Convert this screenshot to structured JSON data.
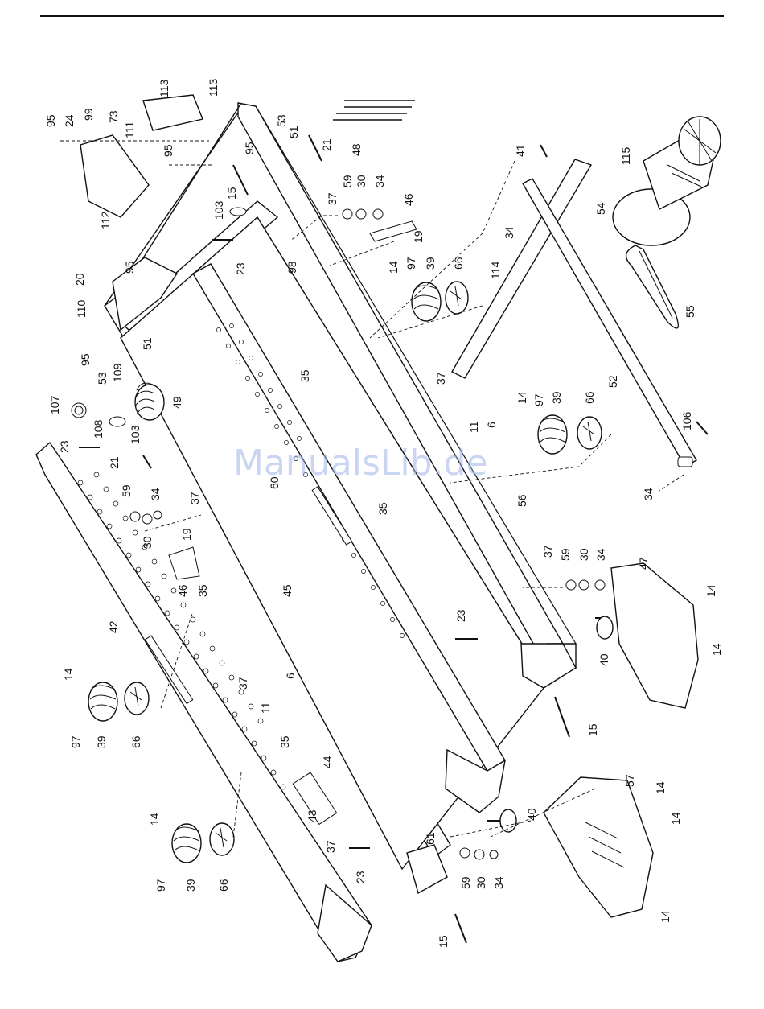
{
  "watermark": "ManualsLib.de",
  "callouts": [
    {
      "label": "113"
    },
    {
      "label": "113"
    },
    {
      "label": "111"
    },
    {
      "label": "73"
    },
    {
      "label": "99"
    },
    {
      "label": "24"
    },
    {
      "label": "95"
    },
    {
      "label": "95"
    },
    {
      "label": "112"
    },
    {
      "label": "15"
    },
    {
      "label": "103"
    },
    {
      "label": "23"
    },
    {
      "label": "95"
    },
    {
      "label": "53"
    },
    {
      "label": "51"
    },
    {
      "label": "21"
    },
    {
      "label": "48"
    },
    {
      "label": "98"
    },
    {
      "label": "37"
    },
    {
      "label": "59"
    },
    {
      "label": "30"
    },
    {
      "label": "34"
    },
    {
      "label": "46"
    },
    {
      "label": "19"
    },
    {
      "label": "14"
    },
    {
      "label": "97"
    },
    {
      "label": "39"
    },
    {
      "label": "66"
    },
    {
      "label": "20"
    },
    {
      "label": "95"
    },
    {
      "label": "110"
    },
    {
      "label": "41"
    },
    {
      "label": "34"
    },
    {
      "label": "114"
    },
    {
      "label": "115"
    },
    {
      "label": "54"
    },
    {
      "label": "55"
    },
    {
      "label": "52"
    },
    {
      "label": "35"
    },
    {
      "label": "37"
    },
    {
      "label": "11"
    },
    {
      "label": "6"
    },
    {
      "label": "14"
    },
    {
      "label": "97"
    },
    {
      "label": "39"
    },
    {
      "label": "66"
    },
    {
      "label": "106"
    },
    {
      "label": "34"
    },
    {
      "label": "51"
    },
    {
      "label": "95"
    },
    {
      "label": "53"
    },
    {
      "label": "109"
    },
    {
      "label": "107"
    },
    {
      "label": "108"
    },
    {
      "label": "103"
    },
    {
      "label": "49"
    },
    {
      "label": "23"
    },
    {
      "label": "21"
    },
    {
      "label": "60"
    },
    {
      "label": "35"
    },
    {
      "label": "56"
    },
    {
      "label": "59"
    },
    {
      "label": "34"
    },
    {
      "label": "37"
    },
    {
      "label": "30"
    },
    {
      "label": "19"
    },
    {
      "label": "46"
    },
    {
      "label": "35"
    },
    {
      "label": "45"
    },
    {
      "label": "42"
    },
    {
      "label": "37"
    },
    {
      "label": "59"
    },
    {
      "label": "30"
    },
    {
      "label": "34"
    },
    {
      "label": "47"
    },
    {
      "label": "14"
    },
    {
      "label": "23"
    },
    {
      "label": "40"
    },
    {
      "label": "14"
    },
    {
      "label": "14"
    },
    {
      "label": "97"
    },
    {
      "label": "39"
    },
    {
      "label": "66"
    },
    {
      "label": "37"
    },
    {
      "label": "6"
    },
    {
      "label": "11"
    },
    {
      "label": "35"
    },
    {
      "label": "15"
    },
    {
      "label": "44"
    },
    {
      "label": "43"
    },
    {
      "label": "57"
    },
    {
      "label": "14"
    },
    {
      "label": "14"
    },
    {
      "label": "40"
    },
    {
      "label": "14"
    },
    {
      "label": "97"
    },
    {
      "label": "39"
    },
    {
      "label": "66"
    },
    {
      "label": "37"
    },
    {
      "label": "23"
    },
    {
      "label": "61"
    },
    {
      "label": "59"
    },
    {
      "label": "30"
    },
    {
      "label": "34"
    },
    {
      "label": "14"
    },
    {
      "label": "15"
    }
  ]
}
